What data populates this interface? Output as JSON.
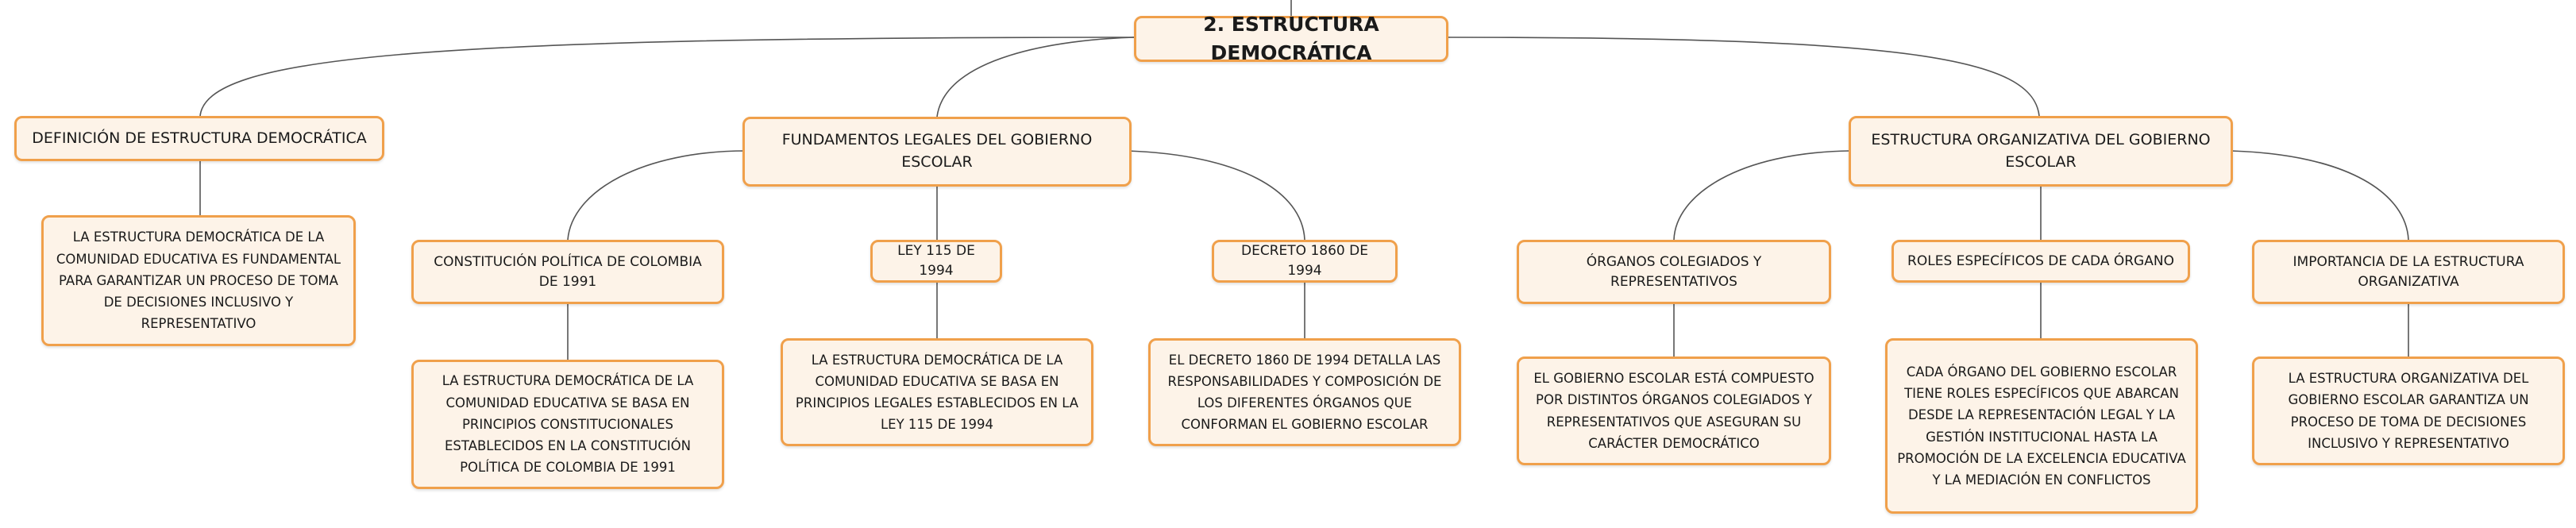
{
  "root": {
    "label": "2. ESTRUCTURA DEMOCRÁTICA"
  },
  "branches": [
    {
      "label": "DEFINICIÓN DE ESTRUCTURA DEMOCRÁTICA",
      "detail": "LA ESTRUCTURA DEMOCRÁTICA DE LA COMUNIDAD EDUCATIVA ES FUNDAMENTAL PARA GARANTIZAR UN PROCESO DE TOMA DE DECISIONES INCLUSIVO Y REPRESENTATIVO"
    },
    {
      "label": "FUNDAMENTOS LEGALES DEL GOBIERNO ESCOLAR",
      "children": [
        {
          "label": "CONSTITUCIÓN POLÍTICA DE COLOMBIA DE 1991",
          "detail": "LA ESTRUCTURA DEMOCRÁTICA DE LA COMUNIDAD EDUCATIVA SE BASA EN PRINCIPIOS CONSTITUCIONALES ESTABLECIDOS EN LA CONSTITUCIÓN POLÍTICA DE COLOMBIA DE 1991"
        },
        {
          "label": "LEY 115 DE 1994",
          "detail": "LA ESTRUCTURA DEMOCRÁTICA DE LA COMUNIDAD EDUCATIVA SE BASA EN PRINCIPIOS LEGALES ESTABLECIDOS EN LA LEY 115 DE 1994"
        },
        {
          "label": "DECRETO 1860 DE 1994",
          "detail": "EL DECRETO 1860 DE 1994 DETALLA LAS RESPONSABILIDADES Y COMPOSICIÓN DE LOS DIFERENTES ÓRGANOS QUE CONFORMAN EL GOBIERNO ESCOLAR"
        }
      ]
    },
    {
      "label": "ESTRUCTURA ORGANIZATIVA DEL GOBIERNO ESCOLAR",
      "children": [
        {
          "label": "ÓRGANOS COLEGIADOS Y REPRESENTATIVOS",
          "detail": "EL GOBIERNO ESCOLAR ESTÁ COMPUESTO POR DISTINTOS ÓRGANOS COLEGIADOS Y REPRESENTATIVOS QUE ASEGURAN SU CARÁCTER DEMOCRÁTICO"
        },
        {
          "label": "ROLES ESPECÍFICOS DE CADA ÓRGANO",
          "detail": "CADA ÓRGANO DEL GOBIERNO ESCOLAR TIENE ROLES ESPECÍFICOS QUE ABARCAN DESDE LA REPRESENTACIÓN LEGAL Y LA GESTIÓN INSTITUCIONAL HASTA LA PROMOCIÓN DE LA EXCELENCIA EDUCATIVA Y LA MEDIACIÓN EN CONFLICTOS"
        },
        {
          "label": "IMPORTANCIA DE LA ESTRUCTURA ORGANIZATIVA",
          "detail": "LA ESTRUCTURA ORGANIZATIVA DEL GOBIERNO ESCOLAR GARANTIZA UN PROCESO DE TOMA DE DECISIONES INCLUSIVO Y REPRESENTATIVO"
        }
      ]
    }
  ],
  "colors": {
    "border": "#f0a04b",
    "fill": "#fdf3e8",
    "line": "#555555"
  }
}
